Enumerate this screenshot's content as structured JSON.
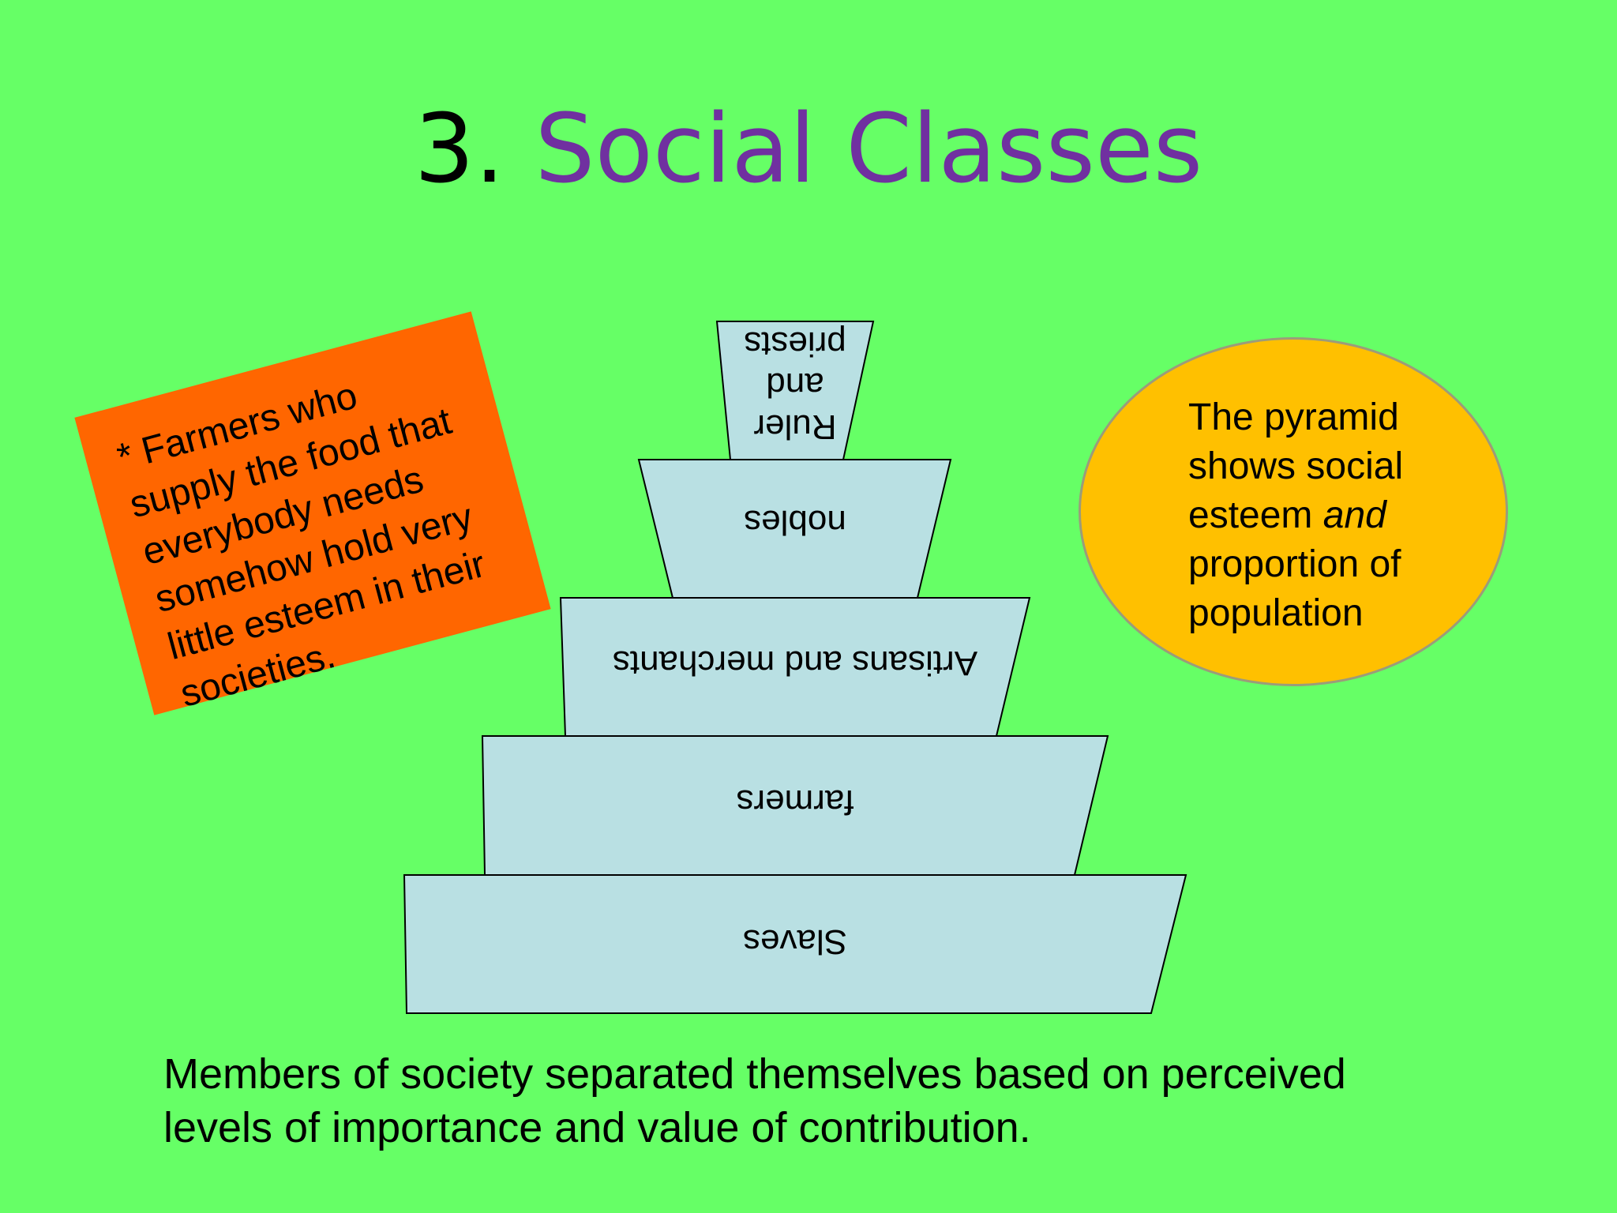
{
  "title": {
    "number": "3.",
    "text": "Social Classes"
  },
  "note": {
    "text": "* Farmers who supply the food that everybody needs somehow hold very little esteem in their societies."
  },
  "ellipse": {
    "before": "The pyramid shows social esteem ",
    "emphasis": "and",
    "after": " proportion of population"
  },
  "pyramid": {
    "levels": [
      {
        "label_lines": [
          "Ruler",
          "and",
          "priests"
        ]
      },
      {
        "label_lines": [
          "nobles"
        ]
      },
      {
        "label_lines": [
          "Artisans and merchants"
        ]
      },
      {
        "label_lines": [
          "farmers"
        ]
      },
      {
        "label_lines": [
          "Slaves"
        ]
      }
    ]
  },
  "bottom": {
    "line1": "Members of society separated themselves based on perceived",
    "line2": "levels of importance and value of contribution."
  },
  "colors": {
    "background": "#66ff66",
    "title_accent": "#7030a0",
    "note_fill": "#ff6600",
    "ellipse_fill": "#ffc000",
    "pyramid_fill": "#b9e0e3"
  }
}
